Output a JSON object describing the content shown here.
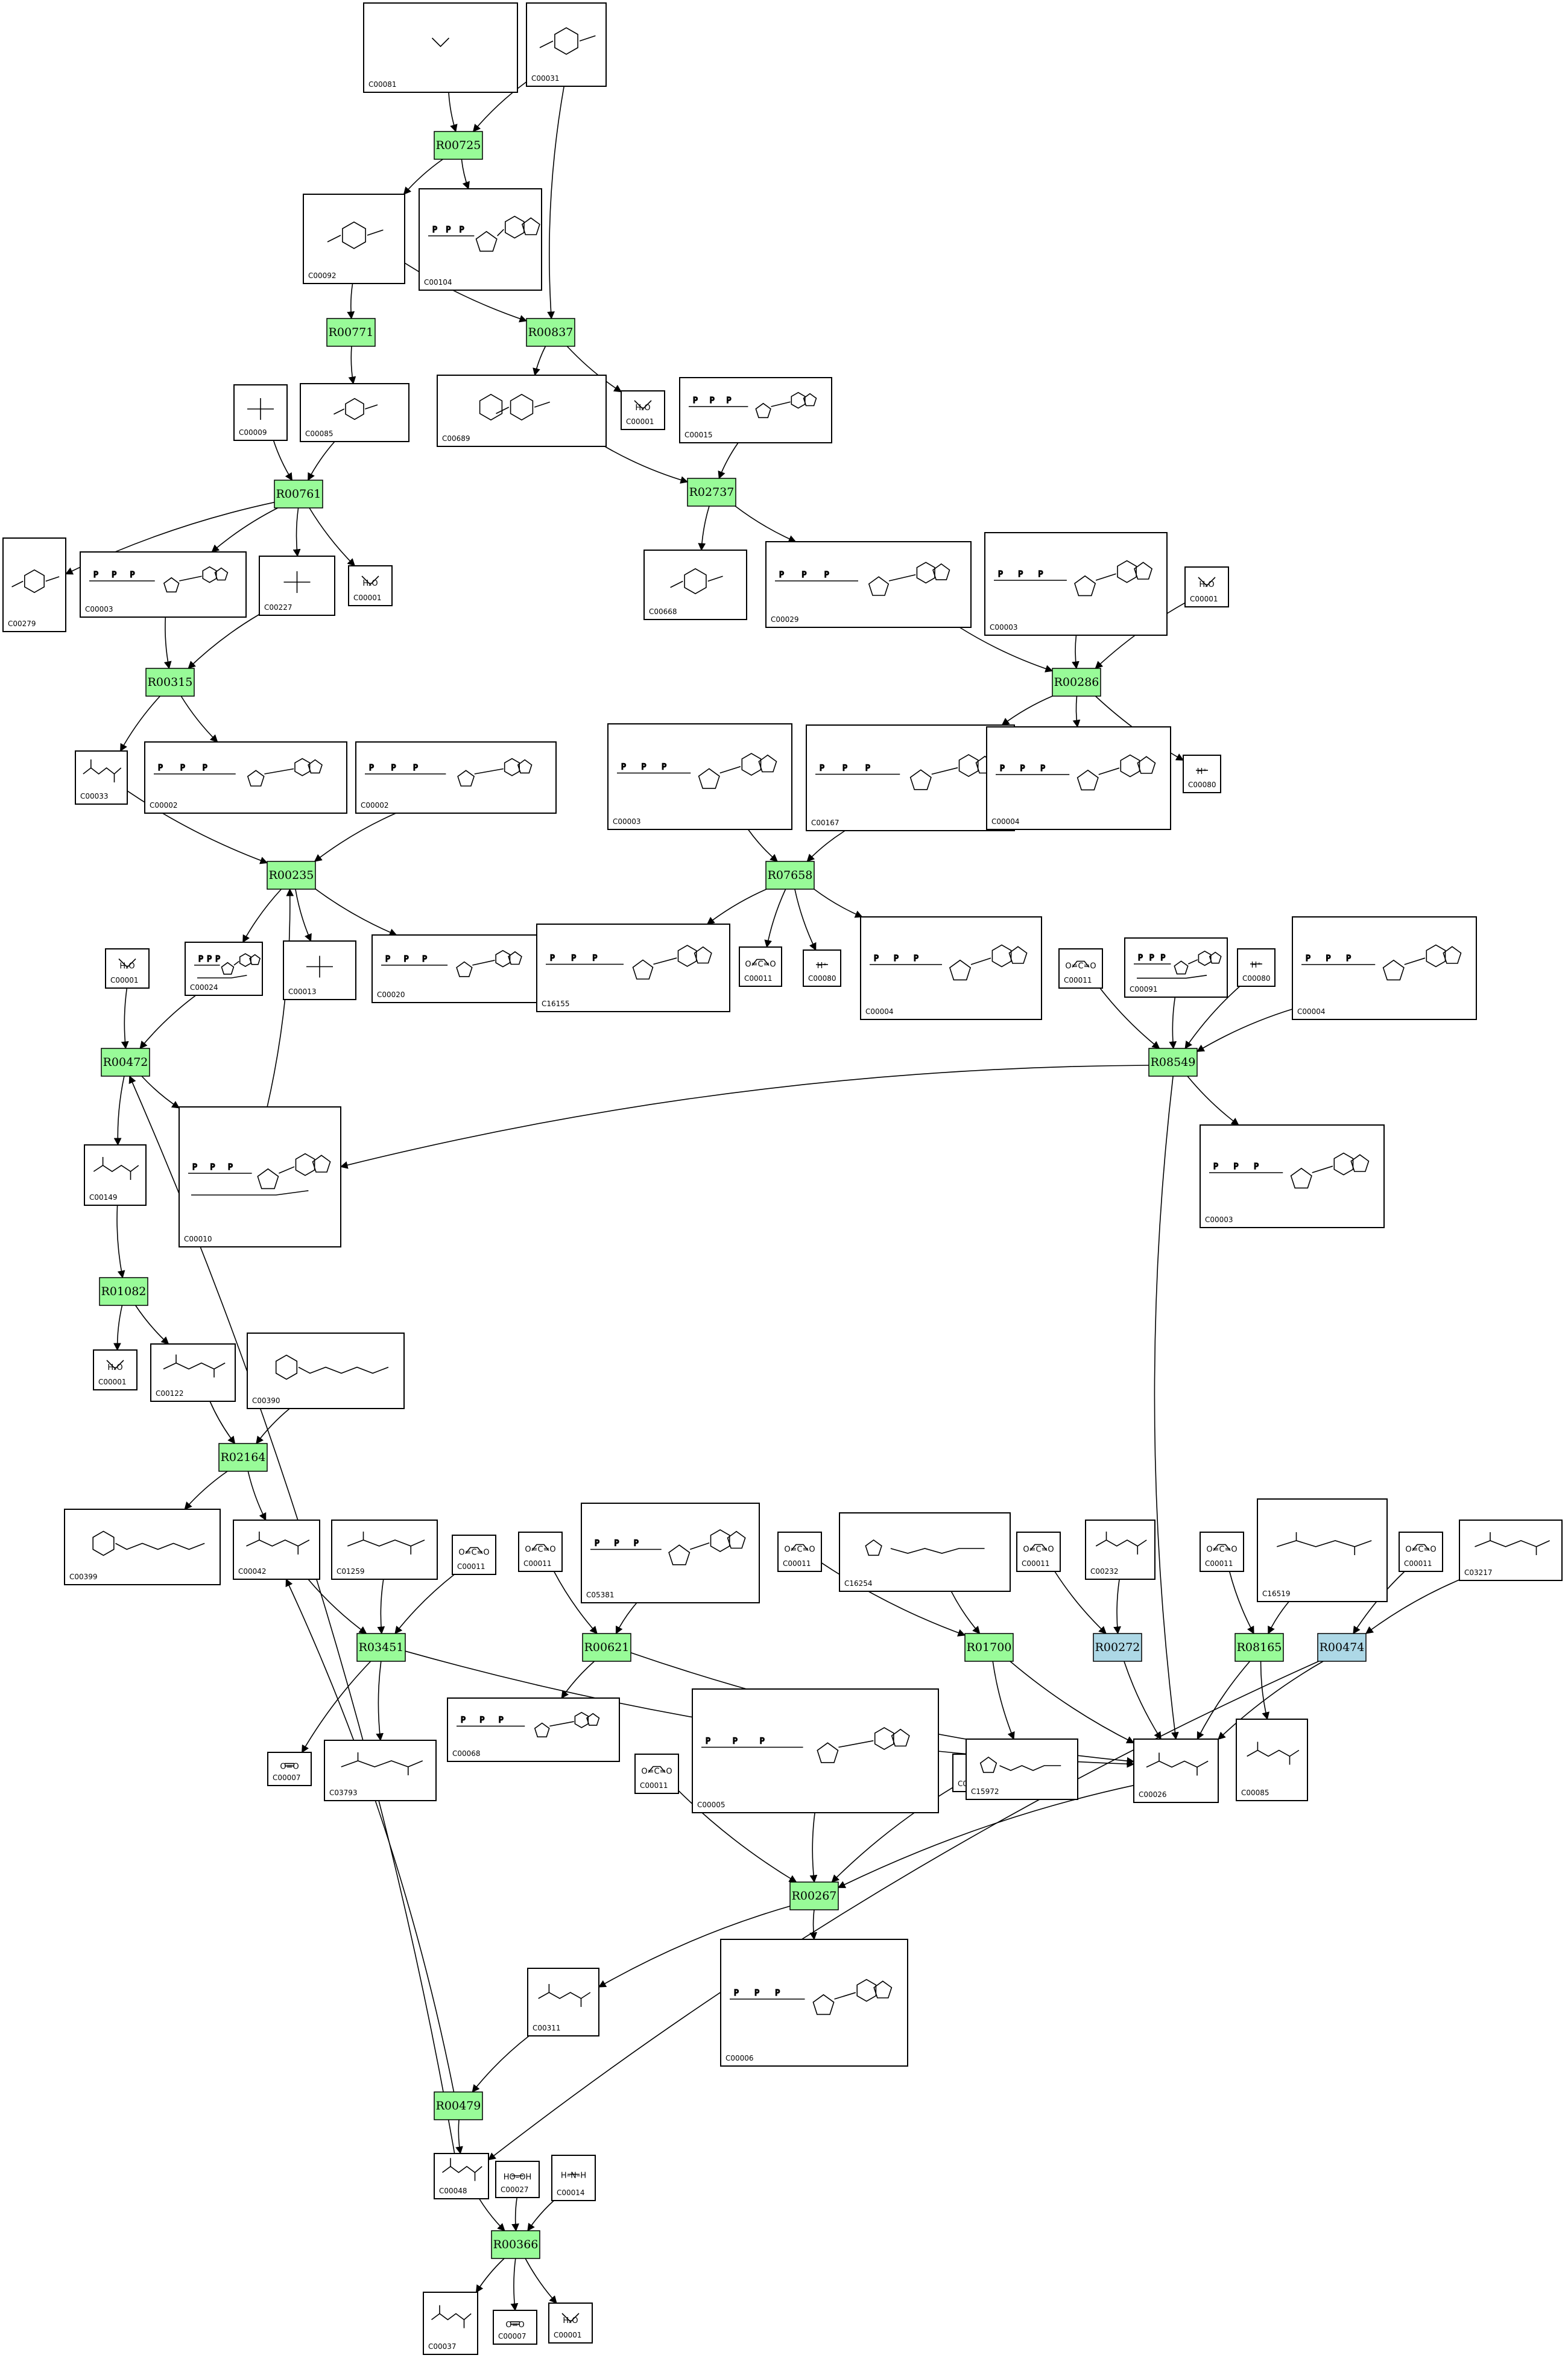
{
  "colors": {
    "reaction_green": "#98fb98",
    "reaction_blue": "#add8e6",
    "edge": "#000000",
    "box": "#ffffff"
  },
  "compounds": [
    {
      "id": "C00081",
      "glyph": "h2o-icon",
      "formula": ""
    },
    {
      "id": "C00031",
      "glyph": "hexose-ring-icon",
      "formula": ""
    },
    {
      "id": "C00092",
      "glyph": "sugar-phosphate-icon",
      "formula": ""
    },
    {
      "id": "C00104",
      "glyph": "nucleotide-icon",
      "formula": ""
    },
    {
      "id": "C00009",
      "glyph": "phosphate-icon",
      "formula": ""
    },
    {
      "id": "C00085",
      "glyph": "sugar-phosphate-icon",
      "formula": ""
    },
    {
      "id": "C00689",
      "glyph": "disaccharide-icon",
      "formula": ""
    },
    {
      "id": "C00001a",
      "label": "C00001",
      "glyph": "h2o-icon",
      "formula": "H₂O"
    },
    {
      "id": "C00015",
      "glyph": "nucleotide-icon",
      "formula": ""
    },
    {
      "id": "C00279",
      "glyph": "sugar-phosphate-icon",
      "formula": ""
    },
    {
      "id": "C00003a",
      "label": "C00003",
      "glyph": "nucleotide-icon",
      "formula": ""
    },
    {
      "id": "C00227",
      "glyph": "phosphate-icon",
      "formula": ""
    },
    {
      "id": "C00001b",
      "label": "C00001",
      "glyph": "h2o-icon",
      "formula": "H₂O"
    },
    {
      "id": "C00668",
      "glyph": "sugar-phosphate-icon",
      "formula": ""
    },
    {
      "id": "C00029",
      "glyph": "nucleotide-icon",
      "formula": ""
    },
    {
      "id": "C00003b",
      "label": "C00003",
      "glyph": "nucleotide-icon",
      "formula": ""
    },
    {
      "id": "C00001c",
      "label": "C00001",
      "glyph": "h2o-icon",
      "formula": "H₂O"
    },
    {
      "id": "C00033",
      "glyph": "acid-icon",
      "formula": ""
    },
    {
      "id": "C00002a",
      "label": "C00002",
      "glyph": "nucleotide-icon",
      "formula": ""
    },
    {
      "id": "C00002b",
      "label": "C00002",
      "glyph": "nucleotide-icon",
      "formula": ""
    },
    {
      "id": "C00003c",
      "label": "C00003",
      "glyph": "nucleotide-icon",
      "formula": ""
    },
    {
      "id": "C00167",
      "glyph": "nucleotide-icon",
      "formula": ""
    },
    {
      "id": "C00004a",
      "label": "C00004",
      "glyph": "nucleotide-icon",
      "formula": ""
    },
    {
      "id": "C00080a",
      "label": "C00080",
      "glyph": "proton-icon",
      "formula": "H⁺"
    },
    {
      "id": "C00001d",
      "label": "C00001",
      "glyph": "h2o-icon",
      "formula": "H₂O"
    },
    {
      "id": "C00024a",
      "label": "C00024",
      "glyph": "coa-icon",
      "formula": ""
    },
    {
      "id": "C00013",
      "glyph": "phosphate-icon",
      "formula": ""
    },
    {
      "id": "C00020",
      "glyph": "nucleotide-icon",
      "formula": ""
    },
    {
      "id": "C16155",
      "glyph": "nucleotide-icon",
      "formula": ""
    },
    {
      "id": "C00011a",
      "label": "C00011",
      "glyph": "co2-icon",
      "formula": "O=C=O"
    },
    {
      "id": "C00080b",
      "label": "C00080",
      "glyph": "proton-icon",
      "formula": "H⁺"
    },
    {
      "id": "C00004b",
      "label": "C00004",
      "glyph": "nucleotide-icon",
      "formula": ""
    },
    {
      "id": "C00011b",
      "label": "C00011",
      "glyph": "co2-icon",
      "formula": "O=C=O"
    },
    {
      "id": "C00091",
      "glyph": "coa-icon",
      "formula": ""
    },
    {
      "id": "C00080c",
      "label": "C00080",
      "glyph": "proton-icon",
      "formula": "H⁺"
    },
    {
      "id": "C00004c",
      "label": "C00004",
      "glyph": "nucleotide-icon",
      "formula": ""
    },
    {
      "id": "C00149",
      "glyph": "acid-icon",
      "formula": ""
    },
    {
      "id": "C00010",
      "glyph": "coa-icon",
      "formula": ""
    },
    {
      "id": "C00003d",
      "label": "C00003",
      "glyph": "nucleotide-icon",
      "formula": ""
    },
    {
      "id": "C00001e",
      "label": "C00001",
      "glyph": "h2o-icon",
      "formula": "H₂O"
    },
    {
      "id": "C00122",
      "glyph": "acid-icon",
      "formula": ""
    },
    {
      "id": "C00390",
      "glyph": "quinone-icon",
      "formula": ""
    },
    {
      "id": "C00399",
      "glyph": "quinone-icon",
      "formula": ""
    },
    {
      "id": "C00042",
      "glyph": "acid-icon",
      "formula": ""
    },
    {
      "id": "C01259",
      "glyph": "amino-acid-icon",
      "formula": ""
    },
    {
      "id": "C00011c",
      "label": "C00011",
      "glyph": "co2-icon",
      "formula": "O=C=O"
    },
    {
      "id": "C00011d",
      "label": "C00011",
      "glyph": "co2-icon",
      "formula": "O=C=O"
    },
    {
      "id": "C05381",
      "glyph": "thiamine-icon",
      "formula": ""
    },
    {
      "id": "C00011e",
      "label": "C00011",
      "glyph": "co2-icon",
      "formula": "O=C=O"
    },
    {
      "id": "C16254",
      "glyph": "lipoyl-icon",
      "formula": ""
    },
    {
      "id": "C00011f",
      "label": "C00011",
      "glyph": "co2-icon",
      "formula": "O=C=O"
    },
    {
      "id": "C00232",
      "glyph": "acid-icon",
      "formula": ""
    },
    {
      "id": "C00011g",
      "label": "C00011",
      "glyph": "co2-icon",
      "formula": "O=C=O"
    },
    {
      "id": "C16519",
      "glyph": "acid-icon",
      "formula": ""
    },
    {
      "id": "C00011h",
      "label": "C00011",
      "glyph": "co2-icon",
      "formula": "O=C=O"
    },
    {
      "id": "C03217",
      "glyph": "acid-icon",
      "formula": ""
    },
    {
      "id": "C00007a",
      "label": "C00007",
      "glyph": "o2-icon",
      "formula": "O=O"
    },
    {
      "id": "C03793",
      "glyph": "amino-acid-icon",
      "formula": ""
    },
    {
      "id": "C00068",
      "glyph": "thiamine-icon",
      "formula": ""
    },
    {
      "id": "C00005",
      "glyph": "nucleotide-icon",
      "formula": ""
    },
    {
      "id": "C00011i",
      "label": "C00011",
      "glyph": "co2-icon",
      "formula": "O=C=O"
    },
    {
      "id": "C00080d",
      "label": "C00080",
      "glyph": "proton-icon",
      "formula": "H⁺"
    },
    {
      "id": "C15972",
      "glyph": "lipoyl-icon",
      "formula": ""
    },
    {
      "id": "C00026",
      "glyph": "acid-icon",
      "formula": ""
    },
    {
      "id": "C00085b",
      "label": "C00085",
      "glyph": "acid-icon",
      "formula": ""
    },
    {
      "id": "C00311",
      "glyph": "acid-icon",
      "formula": ""
    },
    {
      "id": "C00006",
      "glyph": "nucleotide-icon",
      "formula": ""
    },
    {
      "id": "C00048",
      "glyph": "acid-icon",
      "formula": ""
    },
    {
      "id": "C00027",
      "glyph": "peroxide-icon",
      "formula": "HO–OH"
    },
    {
      "id": "C00014",
      "glyph": "ammonia-icon",
      "formula": "H–N–H"
    },
    {
      "id": "C00037",
      "glyph": "amino-acid-icon",
      "formula": ""
    },
    {
      "id": "C00007b",
      "label": "C00007",
      "glyph": "o2-icon",
      "formula": "O=O"
    },
    {
      "id": "C00001f",
      "label": "C00001",
      "glyph": "h2o-icon",
      "formula": "H₂O"
    }
  ],
  "reactions": [
    {
      "id": "R00725",
      "color": "green"
    },
    {
      "id": "R00771",
      "color": "green"
    },
    {
      "id": "R00837",
      "color": "green"
    },
    {
      "id": "R00761",
      "color": "green"
    },
    {
      "id": "R02737",
      "color": "green"
    },
    {
      "id": "R00315",
      "color": "green"
    },
    {
      "id": "R00286",
      "color": "green"
    },
    {
      "id": "R07658",
      "color": "green"
    },
    {
      "id": "R00235",
      "color": "green"
    },
    {
      "id": "R00472",
      "color": "green"
    },
    {
      "id": "R08549",
      "color": "green"
    },
    {
      "id": "R01082",
      "color": "green"
    },
    {
      "id": "R02164",
      "color": "green"
    },
    {
      "id": "R03451",
      "color": "green"
    },
    {
      "id": "R00621",
      "color": "green"
    },
    {
      "id": "R01700",
      "color": "green"
    },
    {
      "id": "R00272",
      "color": "blue"
    },
    {
      "id": "R08165",
      "color": "green"
    },
    {
      "id": "R00474",
      "color": "blue"
    },
    {
      "id": "R00267",
      "color": "green"
    },
    {
      "id": "R00479",
      "color": "green"
    },
    {
      "id": "R00366",
      "color": "green"
    }
  ],
  "edges": [
    [
      "C00081",
      "R00725"
    ],
    [
      "C00031",
      "R00725"
    ],
    [
      "R00725",
      "C00092"
    ],
    [
      "R00725",
      "C00104"
    ],
    [
      "C00031",
      "R00837"
    ],
    [
      "C00092",
      "R00837"
    ],
    [
      "C00092",
      "R00771"
    ],
    [
      "R00837",
      "C00689"
    ],
    [
      "R00837",
      "C00001a"
    ],
    [
      "R00771",
      "C00085"
    ],
    [
      "C00009",
      "R00761"
    ],
    [
      "C00085",
      "R00761"
    ],
    [
      "R00761",
      "C00279"
    ],
    [
      "R00761",
      "C00003a"
    ],
    [
      "R00761",
      "C00227"
    ],
    [
      "R00761",
      "C00001b"
    ],
    [
      "C00689",
      "R02737"
    ],
    [
      "C00015",
      "R02737"
    ],
    [
      "R02737",
      "C00668"
    ],
    [
      "R02737",
      "C00029"
    ],
    [
      "C00003a",
      "R00315"
    ],
    [
      "C00227",
      "R00315"
    ],
    [
      "R00315",
      "C00033"
    ],
    [
      "R00315",
      "C00002a"
    ],
    [
      "C00029",
      "R00286"
    ],
    [
      "C00003b",
      "R00286"
    ],
    [
      "C00001c",
      "R00286"
    ],
    [
      "R00286",
      "C00167"
    ],
    [
      "R00286",
      "C00004a"
    ],
    [
      "R00286",
      "C00080a"
    ],
    [
      "C00003c",
      "R07658"
    ],
    [
      "C00167",
      "R07658"
    ],
    [
      "R07658",
      "C16155"
    ],
    [
      "R07658",
      "C00011a"
    ],
    [
      "R07658",
      "C00080b"
    ],
    [
      "R07658",
      "C00004b"
    ],
    [
      "C00033",
      "R00235"
    ],
    [
      "C00002b",
      "R00235"
    ],
    [
      "C00010",
      "R00235"
    ],
    [
      "R00235",
      "C00024a"
    ],
    [
      "R00235",
      "C00013"
    ],
    [
      "R00235",
      "C00020"
    ],
    [
      "C00001d",
      "R00472"
    ],
    [
      "C00024a",
      "R00472"
    ],
    [
      "R00472",
      "C00149"
    ],
    [
      "R00472",
      "C00010"
    ],
    [
      "C00011b",
      "R08549"
    ],
    [
      "C00091",
      "R08549"
    ],
    [
      "C00080c",
      "R08549"
    ],
    [
      "C00004c",
      "R08549"
    ],
    [
      "R08549",
      "C00010"
    ],
    [
      "R08549",
      "C00003d"
    ],
    [
      "R08549",
      "C00026"
    ],
    [
      "C00149",
      "R01082"
    ],
    [
      "R01082",
      "C00001e"
    ],
    [
      "R01082",
      "C00122"
    ],
    [
      "C00122",
      "R02164"
    ],
    [
      "C00390",
      "R02164"
    ],
    [
      "R02164",
      "C00399"
    ],
    [
      "R02164",
      "C00042"
    ],
    [
      "C00042",
      "R03451"
    ],
    [
      "C01259",
      "R03451"
    ],
    [
      "C00011c",
      "R03451"
    ],
    [
      "R03451",
      "C00007a"
    ],
    [
      "R03451",
      "C03793"
    ],
    [
      "R03451",
      "C00026"
    ],
    [
      "C00011d",
      "R00621"
    ],
    [
      "C05381",
      "R00621"
    ],
    [
      "R00621",
      "C00068"
    ],
    [
      "R00621",
      "C00026"
    ],
    [
      "C00011e",
      "R01700"
    ],
    [
      "C16254",
      "R01700"
    ],
    [
      "R01700",
      "C15972"
    ],
    [
      "R01700",
      "C00026"
    ],
    [
      "C00011f",
      "R00272"
    ],
    [
      "C00232",
      "R00272"
    ],
    [
      "R00272",
      "C00026"
    ],
    [
      "C00011g",
      "R08165"
    ],
    [
      "C16519",
      "R08165"
    ],
    [
      "R08165",
      "C00085b"
    ],
    [
      "R08165",
      "C00026"
    ],
    [
      "C00011h",
      "R00474"
    ],
    [
      "C03217",
      "R00474"
    ],
    [
      "R00474",
      "C00026"
    ],
    [
      "R00474",
      "C00048"
    ],
    [
      "C00005",
      "R00267"
    ],
    [
      "C00011i",
      "R00267"
    ],
    [
      "C00080d",
      "R00267"
    ],
    [
      "C00026",
      "R00267"
    ],
    [
      "R00267",
      "C00311"
    ],
    [
      "R00267",
      "C00006"
    ],
    [
      "C00311",
      "R00479"
    ],
    [
      "R00479",
      "C00042"
    ],
    [
      "R00479",
      "C00048"
    ],
    [
      "C00048",
      "R00472"
    ],
    [
      "C00048",
      "R00366"
    ],
    [
      "C00027",
      "R00366"
    ],
    [
      "C00014",
      "R00366"
    ],
    [
      "R00366",
      "C00037"
    ],
    [
      "R00366",
      "C00007b"
    ],
    [
      "R00366",
      "C00001f"
    ]
  ]
}
